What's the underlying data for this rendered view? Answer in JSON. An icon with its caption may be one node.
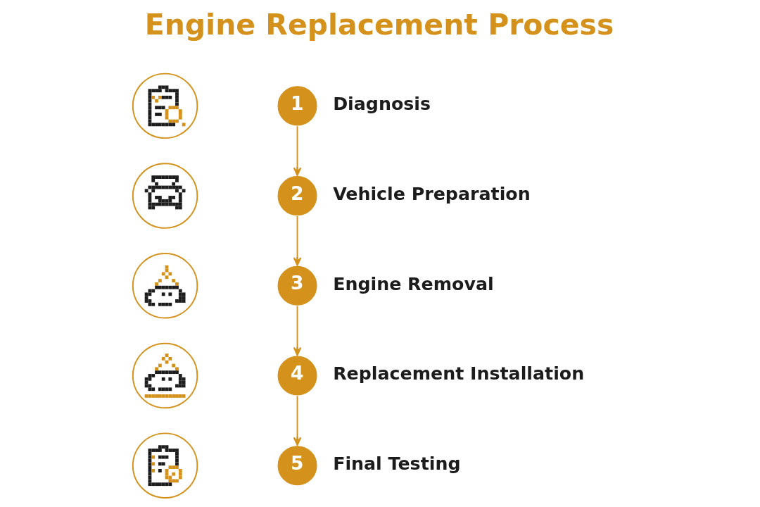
{
  "diagram": {
    "title": "Engine Replacement Process",
    "nodes": [
      {
        "text": [],
        "shape": "picture"
      },
      {
        "text": [
          "1"
        ],
        "beside": [
          "Diagnosis"
        ]
      },
      {
        "text": [],
        "shape": "picture"
      },
      {
        "text": [
          "2"
        ],
        "beside": [
          "Vehicle Preparation"
        ]
      },
      {
        "text": [],
        "shape": "picture"
      },
      {
        "text": [
          "3"
        ],
        "beside": [
          "Engine Removal"
        ]
      },
      {
        "text": [],
        "shape": "picture"
      },
      {
        "text": [
          "4"
        ],
        "beside": [
          "Replacement Installation"
        ]
      },
      {
        "text": [],
        "shape": "picture"
      },
      {
        "text": [
          "5"
        ],
        "beside": [
          "Final Testing"
        ]
      }
    ],
    "edges": [
      {
        "from": 1,
        "to": 3,
        "arrow": "to"
      },
      {
        "from": 3,
        "to": 5,
        "arrow": "to"
      },
      {
        "from": 5,
        "to": 7,
        "arrow": "to"
      },
      {
        "from": 7,
        "to": 9,
        "arrow": "to"
      }
    ]
  }
}
